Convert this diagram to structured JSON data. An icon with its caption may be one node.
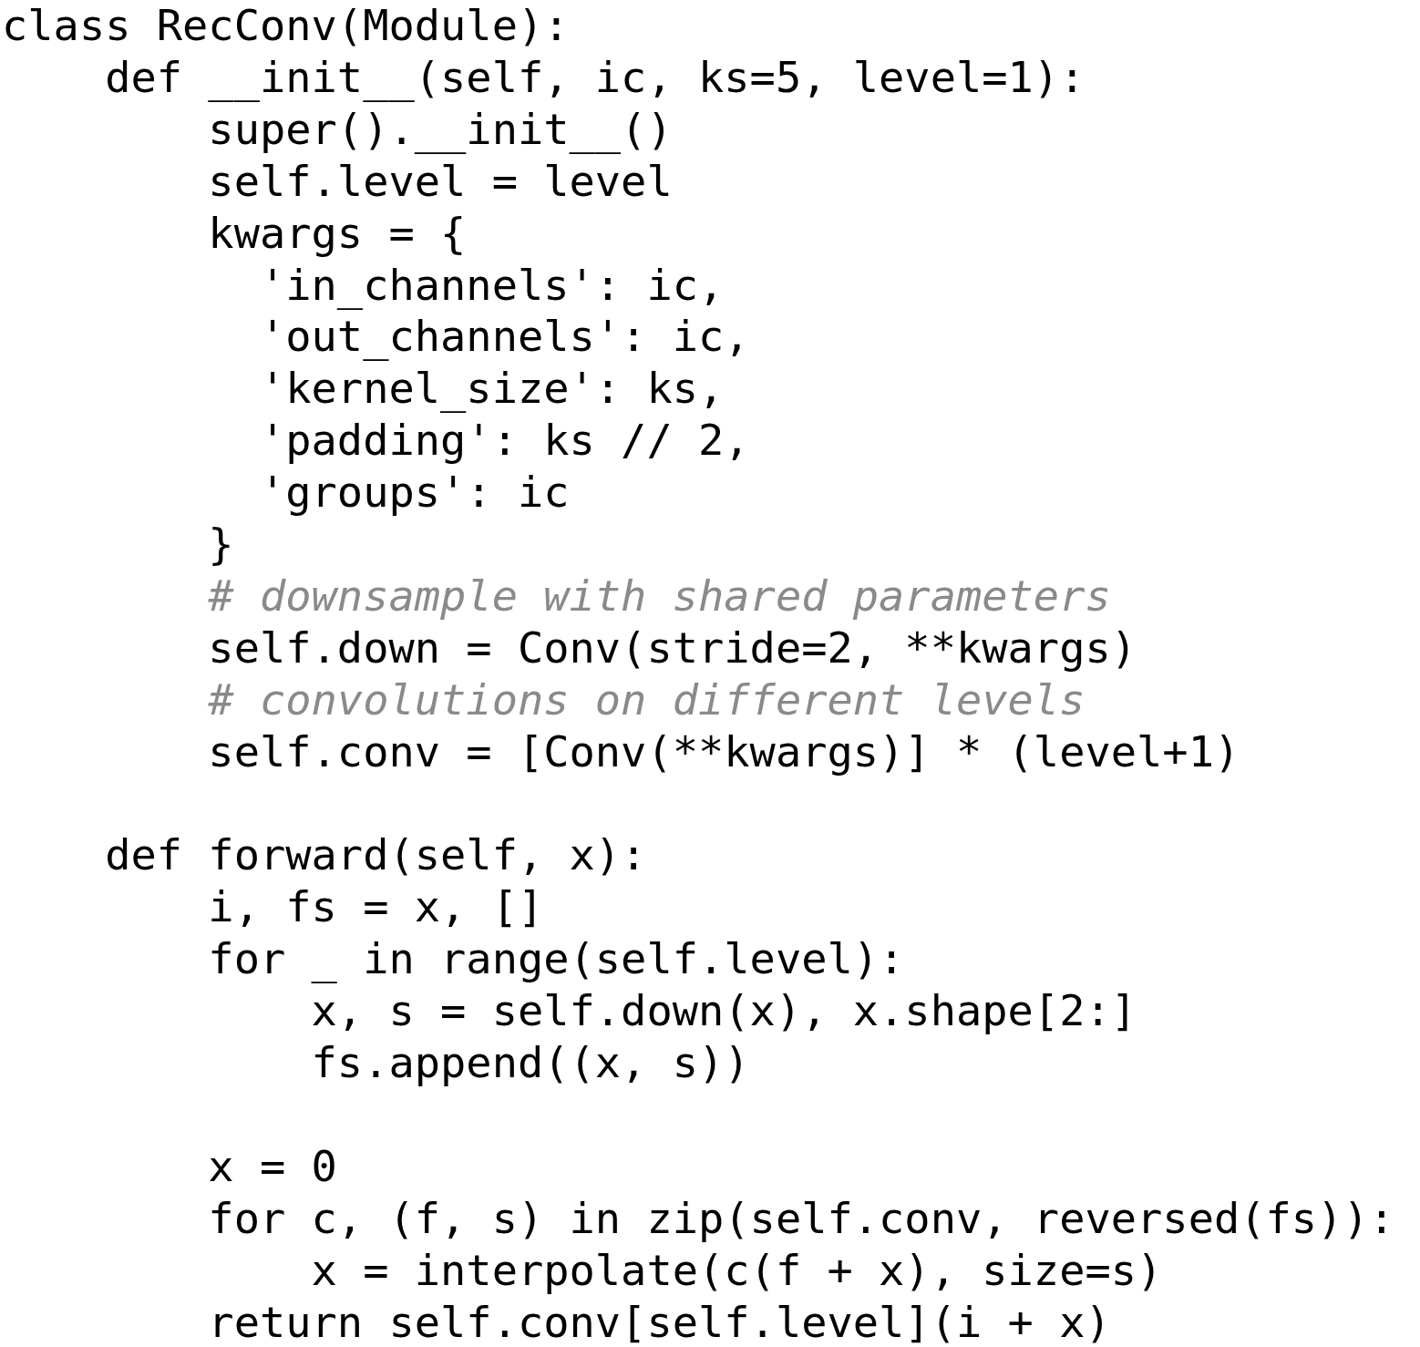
{
  "diagram": {
    "labels": [
      "class RecConv(Module):",
      "    def __init__(self, ic, ks=5, level=1):",
      "        super().__init__()",
      "        self.level = level",
      "        kwargs = {",
      "          'in_channels': ic,",
      "          'out_channels': ic,",
      "          'kernel_size': ks,",
      "          'padding': ks // 2,",
      "          'groups': ic",
      "        }",
      "        # downsample with shared parameters",
      "        self.down = Conv(stride=2, **kwargs)",
      "        # convolutions on different levels",
      "        self.conv = [Conv(**kwargs)] * (level+1)",
      "    def forward(self, x):",
      "        i, fs = x, []",
      "        for _ in range(self.level):",
      "            x, s = self.down(x), x.shape[2:]",
      "            fs.append((x, s))",
      "        x = 0",
      "        for c, (f, s) in zip(self.conv, reversed(fs)):",
      "            x = interpolate(c(f + x), size=s)",
      "        return self.conv[self.level](i + x)"
    ]
  }
}
